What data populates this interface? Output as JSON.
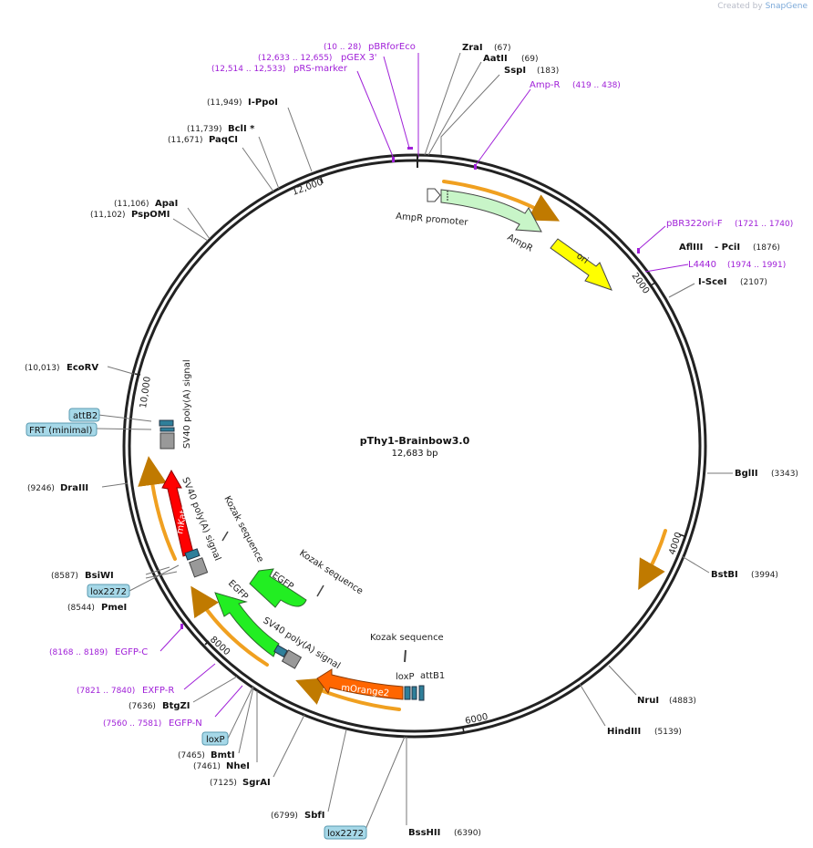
{
  "credit": {
    "prefix": "Created by",
    "brand": "SnapGene"
  },
  "plasmid": {
    "name": "pThy1-Brainbow3.0",
    "length": "12,683 bp"
  },
  "ticks": [
    "12,000",
    "2000",
    "4000",
    "6000",
    "8000",
    "10,000"
  ],
  "features": [
    {
      "key": "ampr-promoter",
      "label": "AmpR promoter"
    },
    {
      "key": "ampr",
      "label": "AmpR"
    },
    {
      "key": "ori",
      "label": "ori"
    },
    {
      "key": "mkate2",
      "label": "mKate2"
    },
    {
      "key": "sv40-top",
      "label": "SV40 poly(A) signal"
    },
    {
      "key": "sv40-mkate",
      "label": "SV40 poly(A) signal"
    },
    {
      "key": "kozak-1",
      "label": "Kozak sequence"
    },
    {
      "key": "egfp-1",
      "label": "EGFP"
    },
    {
      "key": "kozak-2",
      "label": "Kozak sequence"
    },
    {
      "key": "egfp-2",
      "label": "EGFP"
    },
    {
      "key": "sv40-egfp",
      "label": "SV40 poly(A) signal"
    },
    {
      "key": "kozak-3",
      "label": "Kozak sequence"
    },
    {
      "key": "morange2",
      "label": "mOrange2"
    },
    {
      "key": "loxp-inner",
      "label": "loxP"
    },
    {
      "key": "attb1",
      "label": "attB1"
    }
  ],
  "enzymes": [
    {
      "name": "ZraI",
      "pos": "(67)"
    },
    {
      "name": "AatII",
      "pos": "(69)"
    },
    {
      "name": "SspI",
      "pos": "(183)"
    },
    {
      "name": "I-PpoI",
      "pos": "(11,949)"
    },
    {
      "name": "BclI *",
      "pos": "(11,739)"
    },
    {
      "name": "PaqCI",
      "pos": "(11,671)"
    },
    {
      "name": "ApaI",
      "pos": "(11,106)"
    },
    {
      "name": "PspOMI",
      "pos": "(11,102)"
    },
    {
      "name": "AflIII",
      "pos": "(1876)",
      "extra": "- PciI"
    },
    {
      "name": "I-SceI",
      "pos": "(2107)"
    },
    {
      "name": "BglII",
      "pos": "(3343)"
    },
    {
      "name": "BstBI",
      "pos": "(3994)"
    },
    {
      "name": "NruI",
      "pos": "(4883)"
    },
    {
      "name": "HindIII",
      "pos": "(5139)"
    },
    {
      "name": "BssHII",
      "pos": "(6390)"
    },
    {
      "name": "SbfI",
      "pos": "(6799)"
    },
    {
      "name": "SgrAI",
      "pos": "(7125)"
    },
    {
      "name": "NheI",
      "pos": "(7461)"
    },
    {
      "name": "BmtI",
      "pos": "(7465)"
    },
    {
      "name": "BtgZI",
      "pos": "(7636)"
    },
    {
      "name": "PmeI",
      "pos": "(8544)"
    },
    {
      "name": "BsiWI",
      "pos": "(8587)"
    },
    {
      "name": "DraIII",
      "pos": "(9246)"
    },
    {
      "name": "EcoRV",
      "pos": "(10,013)"
    }
  ],
  "primers": [
    {
      "name": "pBRforEco",
      "range": "(10 .. 28)"
    },
    {
      "name": "pGEX 3'",
      "range": "(12,633 .. 12,655)"
    },
    {
      "name": "pRS-marker",
      "range": "(12,514 .. 12,533)"
    },
    {
      "name": "Amp-R",
      "range": "(419 .. 438)"
    },
    {
      "name": "pBR322ori-F",
      "range": "(1721 .. 1740)"
    },
    {
      "name": "L4440",
      "range": "(1974 .. 1991)"
    },
    {
      "name": "EGFP-C",
      "range": "(8168 .. 8189)"
    },
    {
      "name": "EXFP-R",
      "range": "(7821 .. 7840)"
    },
    {
      "name": "EGFP-N",
      "range": "(7560 .. 7581)"
    }
  ],
  "boxed": [
    {
      "key": "attb2",
      "label": "attB2"
    },
    {
      "key": "frt",
      "label": "FRT (minimal)"
    },
    {
      "key": "lox2272-left",
      "label": "lox2272"
    },
    {
      "key": "loxp-bottom",
      "label": "loxP"
    },
    {
      "key": "lox2272-bottom",
      "label": "lox2272"
    }
  ],
  "colors": {
    "backbone": "#222222",
    "primer": "#a020d8",
    "ampr": "#c8f5c8",
    "ori": "#ffff00",
    "mkate2": "#ff0000",
    "egfp": "#22ee22",
    "morange2": "#ff6600",
    "orf": "#f0a020",
    "box": "#a6d8e8"
  }
}
